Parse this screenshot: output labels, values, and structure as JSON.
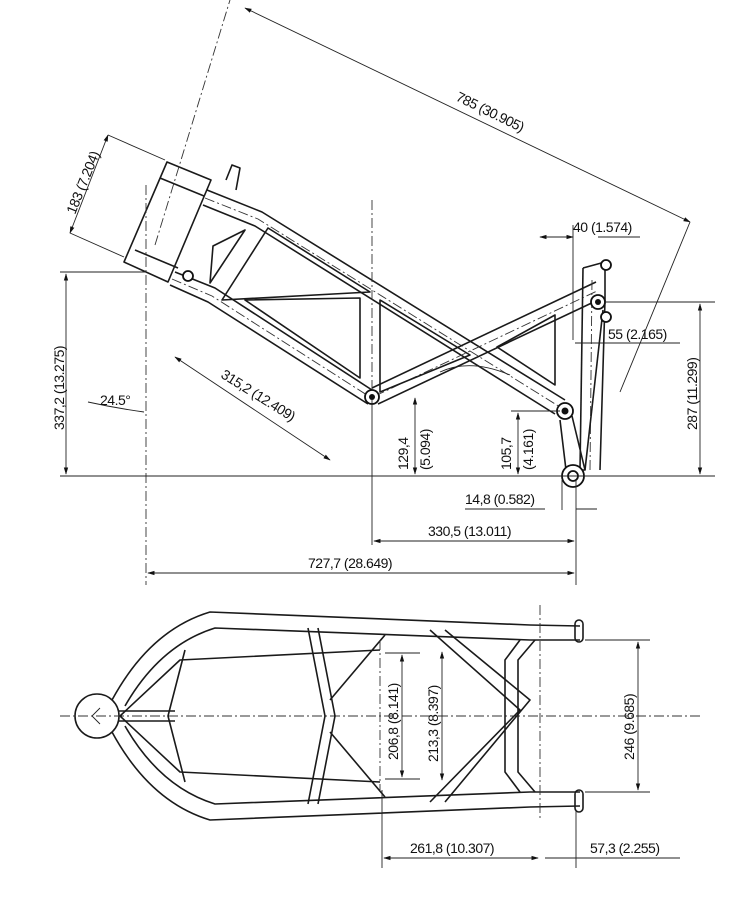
{
  "side_view": {
    "dims": {
      "overall_diag": "785 (30.905)",
      "head_length": "183 (7.204)",
      "rear_offset": "40 (1.574)",
      "rear_mount_spacing": "55 (2.165)",
      "rear_height": "287 (11.299)",
      "head_height": "337,2 (13.275)",
      "rake_angle": "24.5°",
      "head_to_pivot": "315,2 (12.409)",
      "front_pivot_h_top": "129,4",
      "front_pivot_h_bot": "(5.094)",
      "rear_pivot_h_top": "105,7",
      "rear_pivot_h_bot": "(4.161)",
      "swing_offset": "14,8 (0.582)",
      "pivot_spacing": "330,5 (13.011)",
      "overall_length": "727,7 (28.649)"
    }
  },
  "top_view": {
    "dims": {
      "inner_width": "206,8 (8.141)",
      "mid_width": "213,3 (8.397)",
      "rear_width": "246 (9.685)",
      "rear_section_length": "261,8 (10.307)",
      "rear_overhang": "57,3 (2.255)"
    }
  }
}
